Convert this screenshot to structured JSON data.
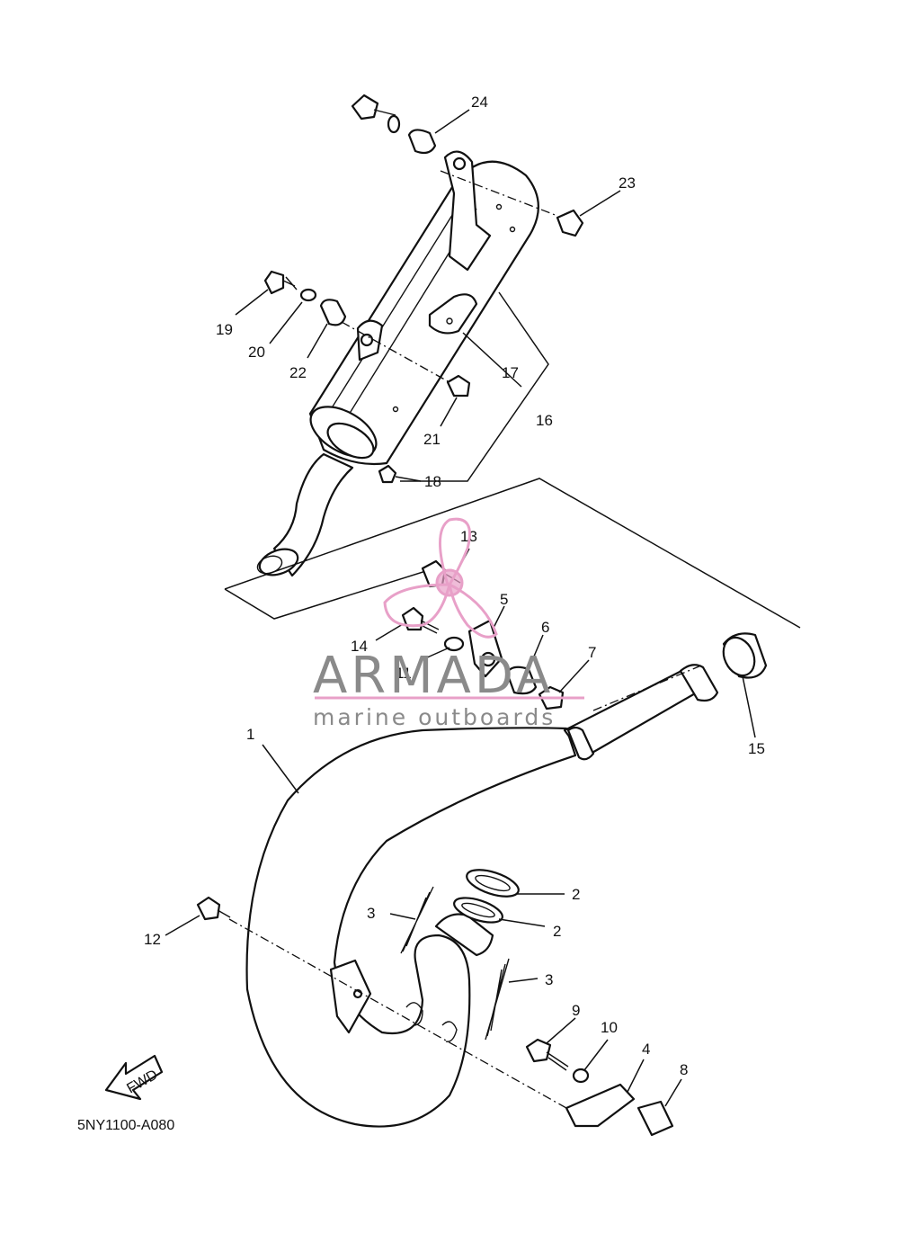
{
  "diagram": {
    "callouts": {
      "c1": "1",
      "c2a": "2",
      "c2b": "2",
      "c3a": "3",
      "c3b": "3",
      "c4": "4",
      "c5": "5",
      "c6": "6",
      "c7": "7",
      "c8": "8",
      "c9": "9",
      "c10": "10",
      "c11": "11",
      "c12": "12",
      "c13": "13",
      "c14": "14",
      "c15": "15",
      "c16": "16",
      "c17": "17",
      "c18": "18",
      "c19": "19",
      "c20": "20",
      "c21": "21",
      "c22": "22",
      "c23": "23",
      "c24": "24"
    },
    "direction_arrow_label": "FWD",
    "drawing_code": "5NY1100-A080"
  },
  "watermark": {
    "name": "ARMADA",
    "tagline": "marine outboards",
    "color_text": "#8a8a8a",
    "color_accent": "#e8a0c8"
  }
}
